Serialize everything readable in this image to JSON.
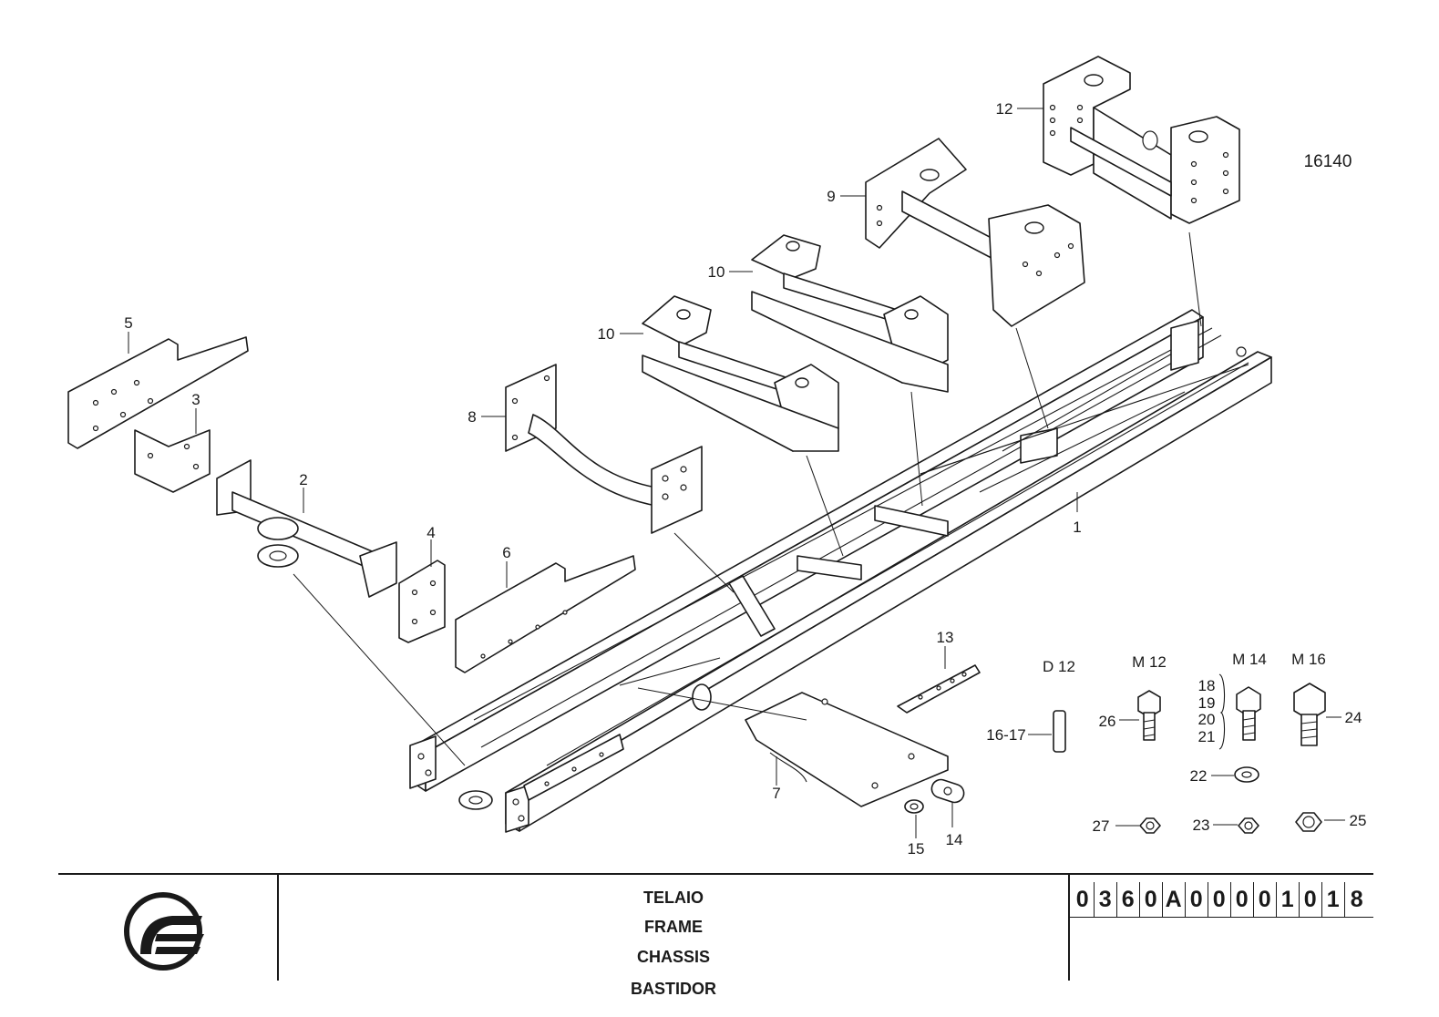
{
  "drawing_number": "16140",
  "callouts": {
    "c1": "1",
    "c2": "2",
    "c3": "3",
    "c4": "4",
    "c5": "5",
    "c6": "6",
    "c7": "7",
    "c8": "8",
    "c9": "9",
    "c10a": "10",
    "c10b": "10",
    "c12": "12",
    "c13": "13",
    "c14": "14",
    "c15": "15",
    "c16_17": "16-17",
    "c18": "18",
    "c19": "19",
    "c20": "20",
    "c21": "21",
    "c22": "22",
    "c23": "23",
    "c24": "24",
    "c25": "25",
    "c26": "26",
    "c27": "27"
  },
  "fastener_specs": {
    "d12": "D 12",
    "m12": "M 12",
    "m14": "M 14",
    "m16": "M 16"
  },
  "title_block": {
    "title_it": "TELAIO",
    "title_en": "FRAME",
    "title_fr": "CHASSIS",
    "title_es": "BASTIDOR",
    "part_code_chars": [
      "0",
      "3",
      "6",
      "0",
      "A",
      "0",
      "0",
      "0",
      "0",
      "1",
      "0",
      "1",
      "8"
    ]
  },
  "icons": {
    "brand_logo": "brand-logo-icon"
  }
}
